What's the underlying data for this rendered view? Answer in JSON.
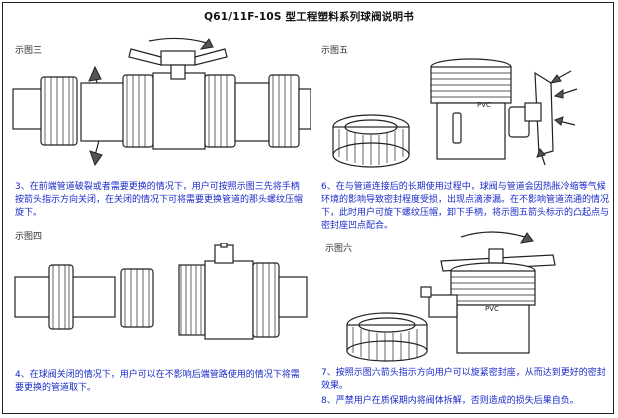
{
  "title": "Q61/11F-10S 型工程塑料系列球阀说明书",
  "figures": {
    "fig3": {
      "label": "示图三"
    },
    "fig4": {
      "label": "示图四"
    },
    "fig5": {
      "label": "示图五",
      "badge": "PVC"
    },
    "fig6": {
      "label": "示图六",
      "badge": "PVC"
    }
  },
  "notes": {
    "n3": {
      "num": "3、",
      "text": "在前端管道破裂或者需要更换的情况下，用户可按照示图三先将手柄按箭头指示方向关闭，在关闭的情况下可将需要更换管道的那头螺纹压帽旋下。"
    },
    "n4": {
      "num": "4、",
      "text": "在球阀关闭的情况下，用户可以在不影响后端管路使用的情况下将需要更换的管道取下。"
    },
    "n6": {
      "num": "6、",
      "text": "在与管道连接后的长期使用过程中，球阀与管道会因热胀冷缩等气候环境的影响导致密封程度受损，出现点滴渗漏。在不影响管道流通的情况下，此时用户可旋下螺纹压帽，卸下手柄，将示图五箭头标示的凸起点与密封座凹点配合。"
    },
    "n7": {
      "num": "7、",
      "text": "按照示图六箭头指示方向用户可以旋紧密封座，从而达到更好的密封效果。"
    },
    "n8": {
      "num": "8、",
      "text": "严禁用户在质保期内将阀体拆解，否则造成的损失后果自负。"
    }
  },
  "colors": {
    "text_blue": "#1a2ac8",
    "text_red": "#c8161d",
    "line": "#222222"
  }
}
